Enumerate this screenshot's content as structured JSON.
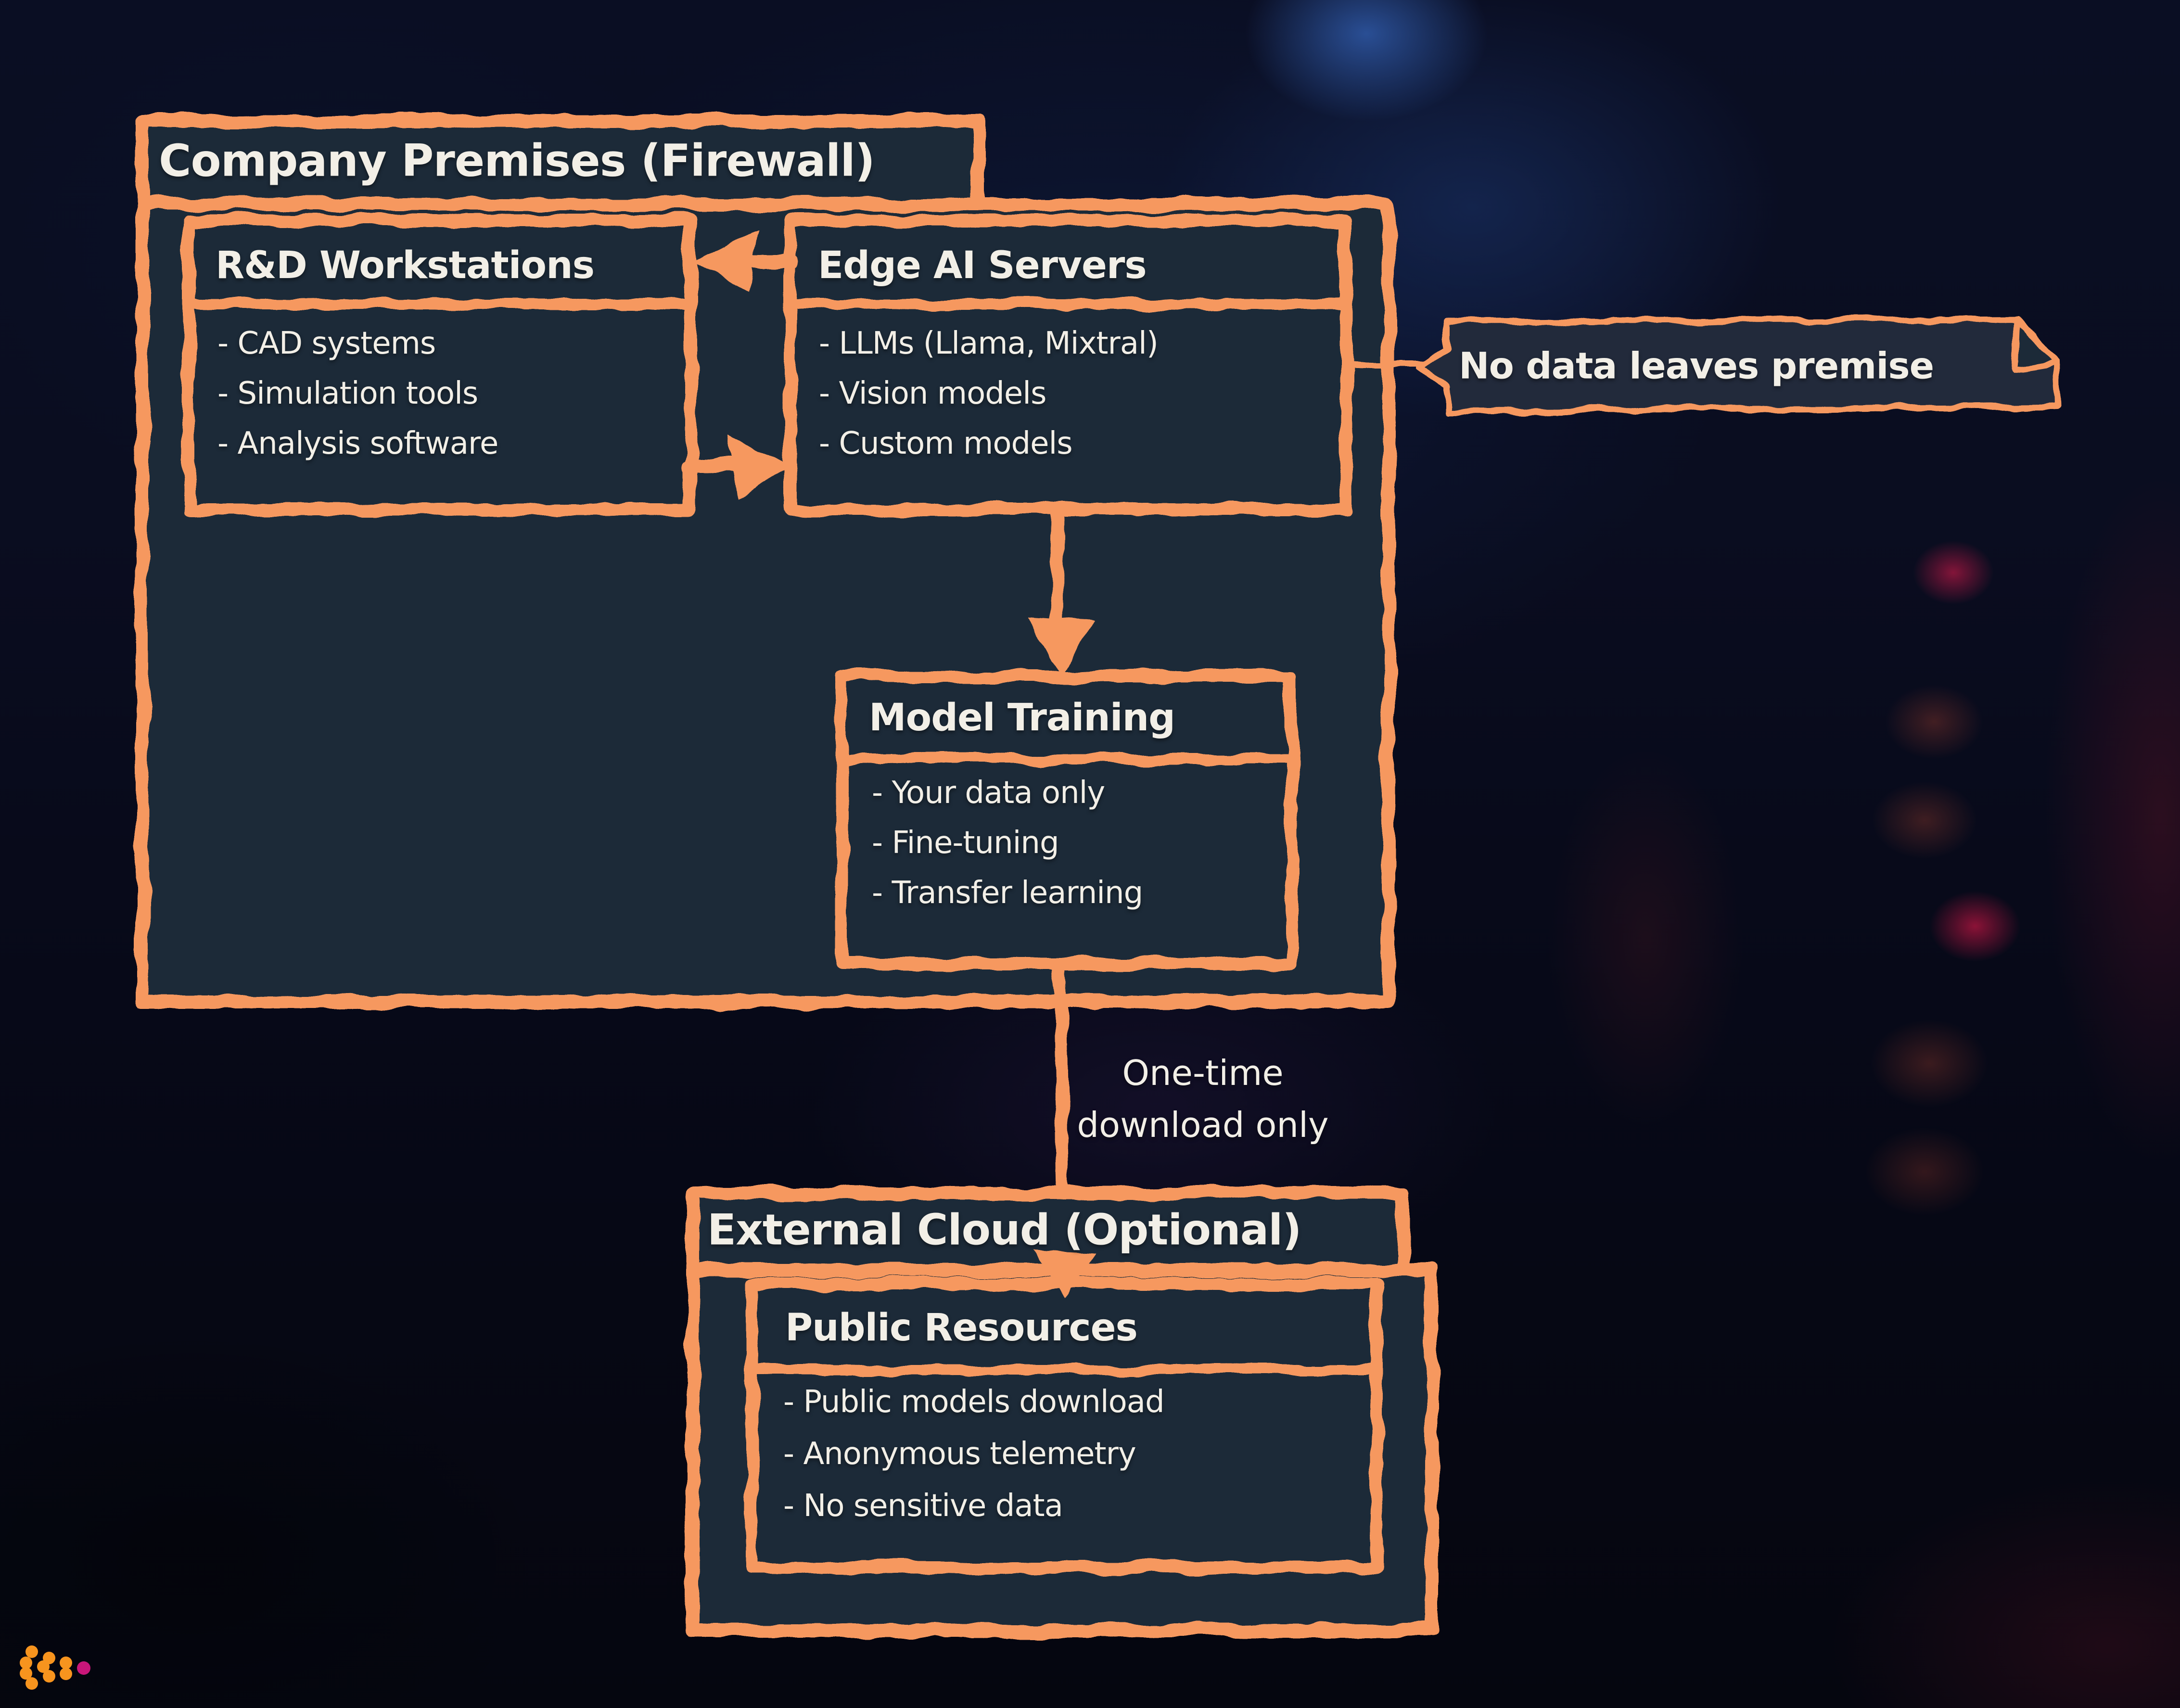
{
  "colors": {
    "accent": "#F6985F",
    "box_fill": "#1E2938",
    "text": "#F2EFE7",
    "logo_orange": "#F7941E",
    "logo_pink": "#C91679"
  },
  "company": {
    "title": "Company Premises (Firewall)",
    "boxes": [
      {
        "id": "rnd",
        "title": "R&D Workstations",
        "items": [
          "- CAD systems",
          "- Simulation tools",
          "- Analysis software"
        ]
      },
      {
        "id": "edge",
        "title": "Edge AI Servers",
        "items": [
          "- LLMs (Llama, Mixtral)",
          "- Vision models",
          "- Custom models"
        ]
      },
      {
        "id": "training",
        "title": "Model Training",
        "items": [
          "- Your data only",
          "- Fine-tuning",
          "- Transfer learning"
        ]
      }
    ]
  },
  "note": {
    "text": "No data leaves premise"
  },
  "flow_label": {
    "lines": [
      "One-time",
      "download only"
    ]
  },
  "external": {
    "title": "External Cloud (Optional)",
    "boxes": [
      {
        "id": "public",
        "title": "Public Resources",
        "items": [
          "- Public models download",
          "- Anonymous telemetry",
          "- No sensitive data"
        ]
      }
    ]
  }
}
